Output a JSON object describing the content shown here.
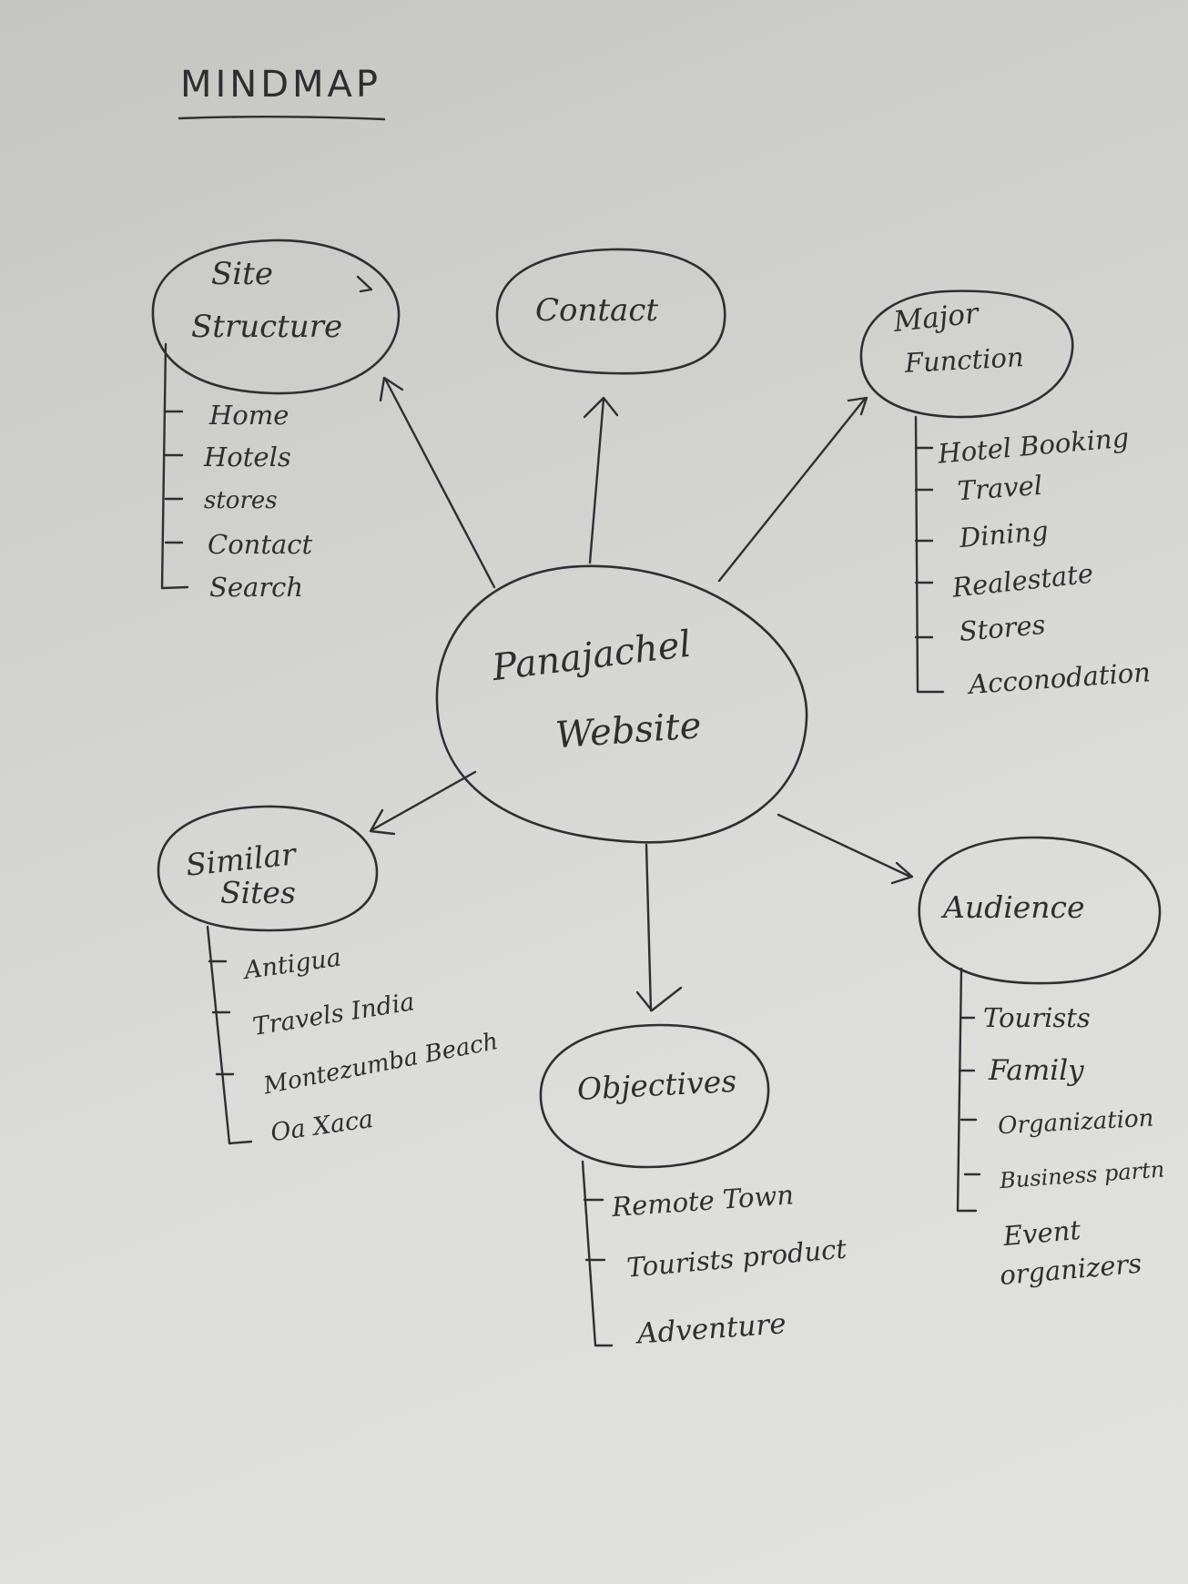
{
  "title": "MINDMAP",
  "center": {
    "line1": "Panajachel",
    "line2": "Website"
  },
  "nodes": {
    "site_structure": {
      "line1": "Site",
      "line2": "Structure",
      "items": [
        "Home",
        "Hotels",
        "stores",
        "Contact",
        "Search"
      ]
    },
    "contact": {
      "label": "Contact"
    },
    "major_function": {
      "line1": "Major",
      "line2": "Function",
      "items": [
        "Hotel Booking",
        "Travel",
        "Dining",
        "Realestate",
        "Stores",
        "Acconodation"
      ]
    },
    "similar_sites": {
      "line1": "Similar",
      "line2": "Sites",
      "items": [
        "Antigua",
        "Travels India",
        "Montezumba Beach",
        "Oa Xaca"
      ]
    },
    "objectives": {
      "label": "Objectives",
      "items": [
        "Remote Town",
        "Tourists product",
        "Adventure"
      ]
    },
    "audience": {
      "label": "Audience",
      "items": [
        "Tourists",
        "Family",
        "Organization",
        "Business partn",
        "Event",
        "organizers"
      ]
    }
  },
  "colors": {
    "ink": "#2f2f33",
    "paper": "#d7d7d5"
  }
}
